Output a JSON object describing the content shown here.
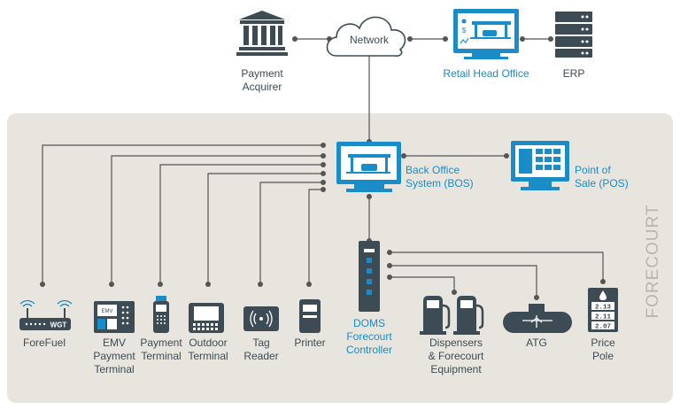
{
  "zone_label": "FORECOURT",
  "nodes": {
    "payment_acquirer": [
      "Payment",
      "Acquirer"
    ],
    "network": "Network",
    "retail_head_office": "Retail Head Office",
    "erp": "ERP",
    "back_office": [
      "Back Office",
      "System (BOS)"
    ],
    "pos": [
      "Point of",
      "Sale (POS)"
    ],
    "forefuel": "ForeFuel",
    "emv": [
      "EMV",
      "Payment",
      "Terminal"
    ],
    "payment_terminal": [
      "Payment",
      "Terminal"
    ],
    "outdoor_terminal": [
      "Outdoor",
      "Terminal"
    ],
    "tag_reader": [
      "Tag",
      "Reader"
    ],
    "printer": "Printer",
    "doms": [
      "DOMS",
      "Forecourt",
      "Controller"
    ],
    "dispensers": [
      "Dispensers",
      "& Forecourt",
      "Equipment"
    ],
    "atg": "ATG",
    "price_pole": [
      "Price",
      "Pole"
    ]
  },
  "device_text": {
    "wgt": "WGT",
    "emv_screen": "EMV",
    "prices": [
      "2.13",
      "2.11",
      "2.07"
    ]
  },
  "colors": {
    "accent": "#1a8cc7",
    "dark": "#3d4b55",
    "zone_bg": "#e7e5dd",
    "line": "#555555"
  }
}
